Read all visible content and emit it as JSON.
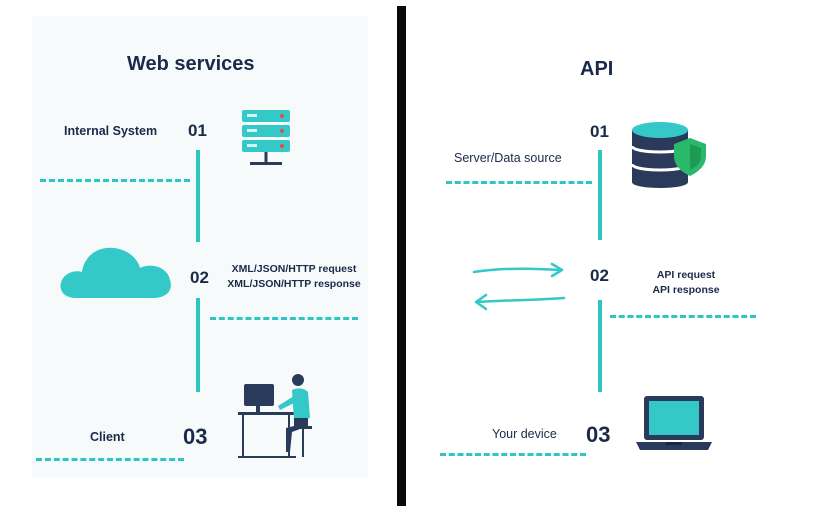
{
  "colors": {
    "accent": "#2ec5c5",
    "text": "#1b2a4a",
    "divider": "#0a0a0a"
  },
  "left": {
    "title": "Web services",
    "steps": [
      {
        "number": "01",
        "label": "Internal System",
        "icon": "server-rack-icon"
      },
      {
        "number": "02",
        "label_lines": [
          "XML/JSON/HTTP request",
          "XML/JSON/HTTP response"
        ],
        "icon": "cloud-icon"
      },
      {
        "number": "03",
        "label": "Client",
        "icon": "person-at-computer-icon"
      }
    ]
  },
  "right": {
    "title": "API",
    "steps": [
      {
        "number": "01",
        "label": "Server/Data source",
        "icon": "database-shield-icon"
      },
      {
        "number": "02",
        "label_lines": [
          "API request",
          "API response"
        ],
        "icon": "exchange-arrows-icon"
      },
      {
        "number": "03",
        "label": "Your device",
        "icon": "laptop-icon"
      }
    ]
  }
}
